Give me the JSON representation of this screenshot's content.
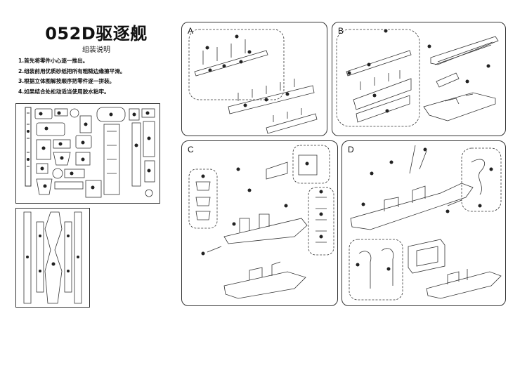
{
  "header": {
    "title": "052D驱逐舰",
    "subtitle": "组装说明"
  },
  "instructions": [
    "1.首先将零件小心逐一推出。",
    "2.组装前用优质砂纸把所有粗糙边缘擦平滑。",
    "3.根据立体图解按顺序把零件逐一拼装。",
    "4.如果结合处松动适当使用胶水粘牢。"
  ],
  "panels": [
    {
      "id": "A",
      "label": "A"
    },
    {
      "id": "B",
      "label": "B"
    },
    {
      "id": "C",
      "label": "C"
    },
    {
      "id": "D",
      "label": "D"
    }
  ],
  "colors": {
    "line": "#333333",
    "part_dark": "#222222"
  }
}
